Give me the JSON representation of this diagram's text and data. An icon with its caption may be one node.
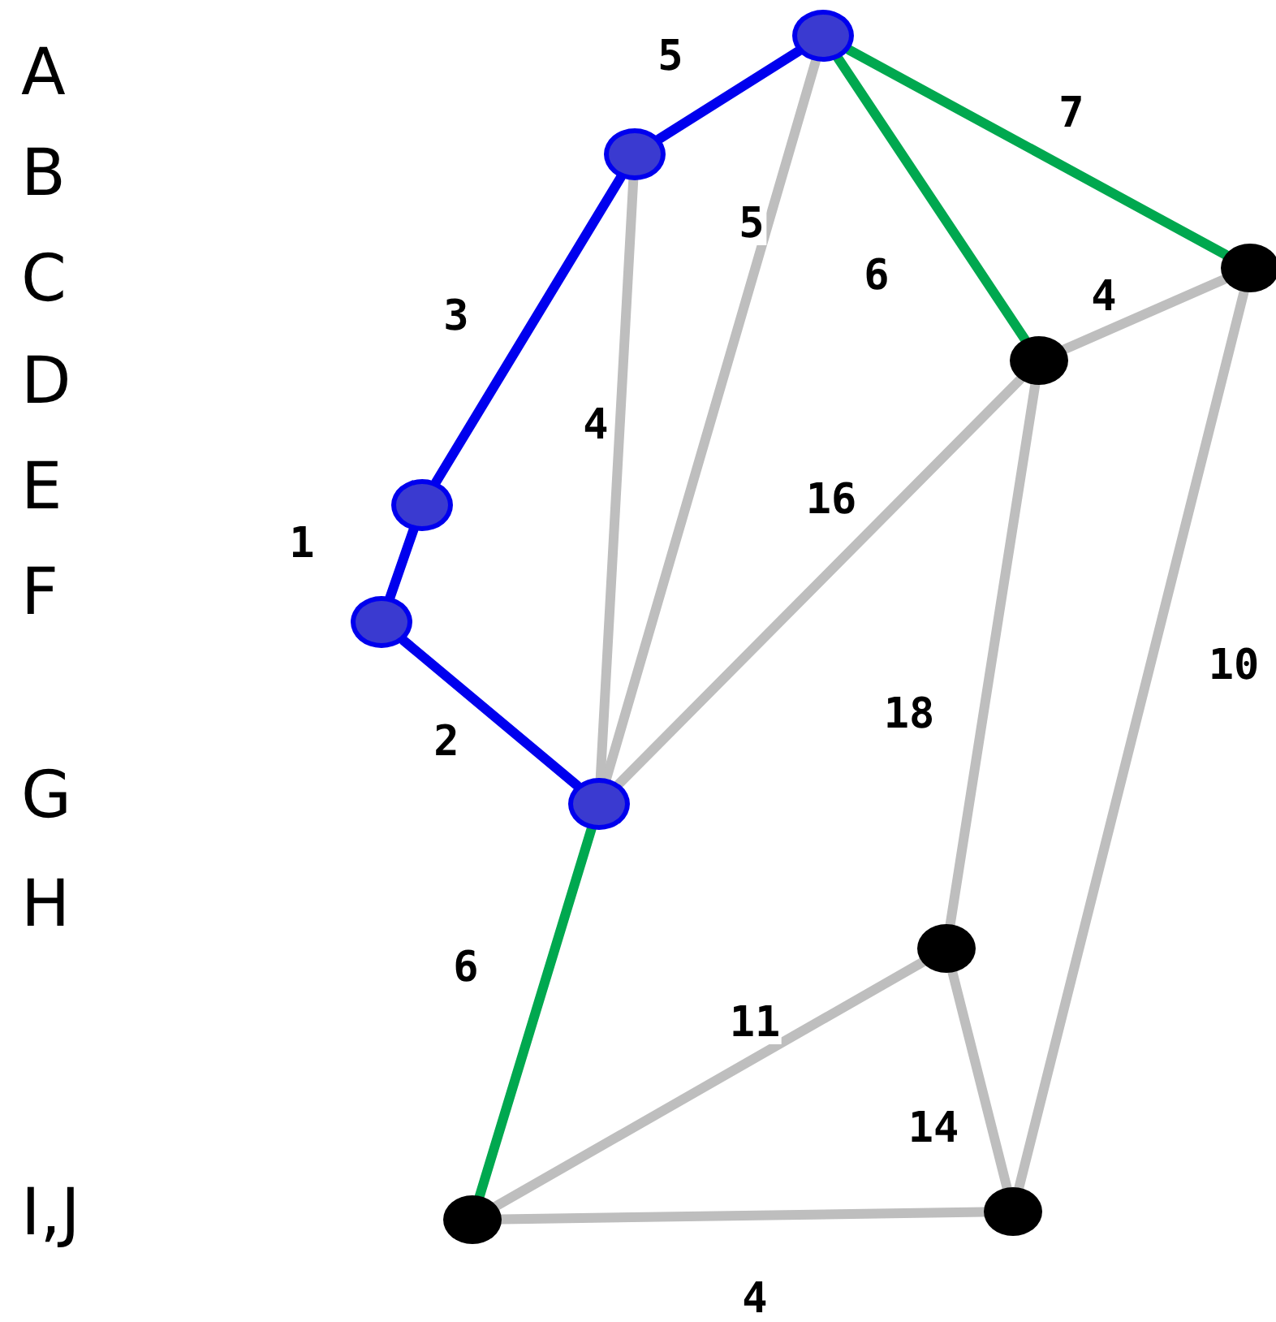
{
  "diagram": {
    "nodes": [
      {
        "text": [],
        "shape": "circle"
      },
      {
        "text": [],
        "shape": "circle"
      },
      {
        "text": [],
        "shape": "circle"
      },
      {
        "text": [],
        "shape": "circle"
      },
      {
        "text": [],
        "shape": "circle"
      },
      {
        "text": [],
        "shape": "circle"
      },
      {
        "text": [],
        "shape": "circle"
      },
      {
        "text": [],
        "shape": "circle"
      },
      {
        "text": [],
        "shape": "circle"
      },
      {
        "text": [],
        "shape": "circle"
      }
    ],
    "edges": [
      {
        "from": 0,
        "to": 1,
        "arrow": "none",
        "label": "5",
        "color": "#0000ee"
      },
      {
        "from": 0,
        "to": 2,
        "arrow": "none",
        "label": "7",
        "color": "#00a84f"
      },
      {
        "from": 0,
        "to": 3,
        "arrow": "none",
        "label": "6",
        "color": "#00a84f"
      },
      {
        "from": 0,
        "to": 6,
        "arrow": "none",
        "label": "5"
      },
      {
        "from": 1,
        "to": 6,
        "arrow": "none",
        "label": "4"
      },
      {
        "from": 1,
        "to": 4,
        "arrow": "none",
        "label": "3",
        "color": "#0000ee"
      },
      {
        "from": 4,
        "to": 5,
        "arrow": "none",
        "label": "1",
        "color": "#0000ee"
      },
      {
        "from": 5,
        "to": 6,
        "arrow": "none",
        "label": "2",
        "color": "#0000ee"
      },
      {
        "from": 6,
        "to": 3,
        "arrow": "none",
        "label": "16"
      },
      {
        "from": 2,
        "to": 3,
        "arrow": "none",
        "label": "4"
      },
      {
        "from": 3,
        "to": 7,
        "arrow": "none",
        "label": "18"
      },
      {
        "from": 2,
        "to": 8,
        "arrow": "none",
        "label": "10"
      },
      {
        "from": 6,
        "to": 9,
        "arrow": "none",
        "label": "6",
        "color": "#00a84f"
      },
      {
        "from": 7,
        "to": 9,
        "arrow": "none",
        "label": "11"
      },
      {
        "from": 7,
        "to": 8,
        "arrow": "none",
        "label": "14"
      },
      {
        "from": 9,
        "to": 8,
        "arrow": "none",
        "label": "4"
      }
    ],
    "labels": [
      "A",
      "B",
      "C",
      "D",
      "E",
      "F",
      "G",
      "H",
      "I,J"
    ]
  }
}
